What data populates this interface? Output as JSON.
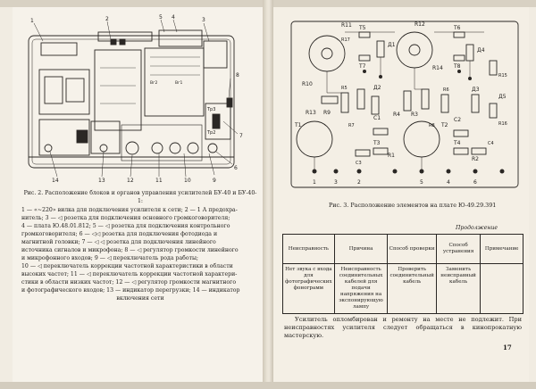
{
  "figure1": {
    "callouts": [
      "1",
      "2",
      "3",
      "4",
      "5",
      "6",
      "7",
      "8",
      "9",
      "10",
      "11",
      "12",
      "13",
      "14",
      "5",
      "4"
    ],
    "inner_labels": [
      "Тр2",
      "Тр3",
      "Вг2",
      "Вг1"
    ],
    "caption_title": "Рис. 2. Расположение блоков и органов управления усилителей БУ-40 и БУ-40-1:",
    "caption_lines": [
      "1 — «~220» вилка для подключения усилителя к сети; 2 — 1 А предохра-",
      "нитель; 3 — ◁ розетка для подключения основного громкоговорителя;",
      "4 — плата Ю.48.01.812; 5 — ◁ розетка для подключения контрольного",
      "громкоговорителя; 6 — ◁◁ розетка для подключения фотодиода и",
      "магнитной головки; 7 — ◁ ◁ розетка для подключения линейного",
      "источника сигналов и микрофона; 8 — ◁ регулятор громкости линейного",
      "и микрофонного входов; 9 — ◁ переключатель рода работы;",
      "10 — ◁ переключатель коррекции частотной характеристики в области",
      "высоких частот; 11 — ◁ переключатель коррекции частотной характери-",
      "стики в области низких частот; 12 — ◁ регулятор громкости магнитного",
      "и фотографического входов; 13 — индикатор перегрузки; 14 — индикатор",
      "включения сети"
    ]
  },
  "figure2": {
    "labels": [
      "Т5",
      "Т6",
      "R12",
      "R11",
      "Д1",
      "Д4",
      "R14",
      "R10",
      "Т7",
      "Т8",
      "С1",
      "С2",
      "R13",
      "R9",
      "R4",
      "R3",
      "Т1",
      "Т2",
      "Т3",
      "Т4",
      "Д2",
      "Д3",
      "Д5",
      "R1",
      "R2",
      "R5",
      "R6",
      "R7",
      "R8",
      "С3",
      "С4",
      "R15",
      "R16",
      "R17"
    ],
    "pin_labels": [
      "1",
      "3",
      "2",
      "5",
      "4",
      "6"
    ],
    "caption": "Рис. 3. Расположение элементов на плате Ю-49.29.391"
  },
  "table": {
    "continuation": "Продолжение",
    "headers": [
      "Неисправность",
      "Причина",
      "Способ проверки",
      "Способ устранения",
      "Примечание"
    ],
    "row": [
      "Нет звука с входа для фотографических фонограмм",
      "Неисправность соединительных кабелей для подачи напряжения на экспонирующую лампу",
      "Проверить соединительный кабель",
      "Заменить неисправный кабель",
      ""
    ]
  },
  "note": "Усилитель опломбирован и ремонту на месте не подлежит. При неисправностях усилителя следует обращаться в кинопрокатную мастерскую.",
  "page_number": "17"
}
